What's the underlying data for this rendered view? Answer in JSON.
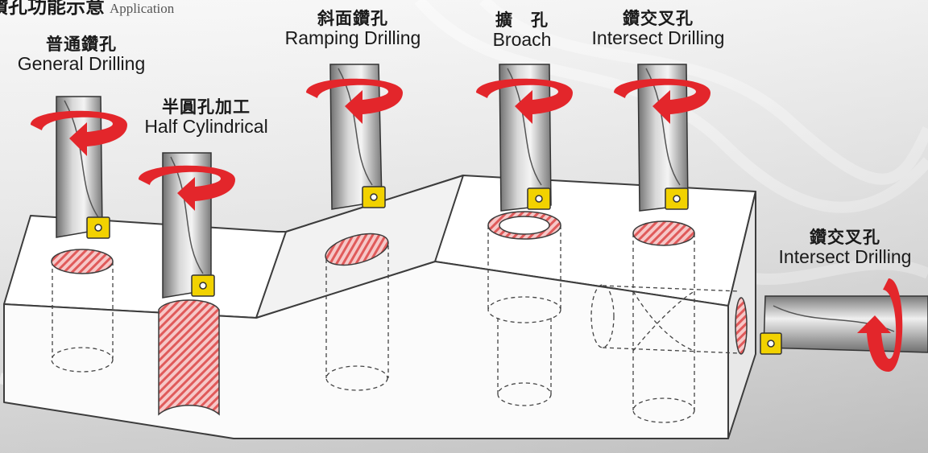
{
  "header": {
    "title_zh": "鑽孔功能示意",
    "title_en": "Application"
  },
  "operations": {
    "general": {
      "zh": "普通鑽孔",
      "en": "General Drilling"
    },
    "half": {
      "zh": "半圓孔加工",
      "en": "Half Cylindrical"
    },
    "ramping": {
      "zh": "斜面鑽孔",
      "en": "Ramping Drilling"
    },
    "broach": {
      "zh": "擴　孔",
      "en": "Broach"
    },
    "intersect_top": {
      "zh": "鑽交叉孔",
      "en": "Intersect Drilling"
    },
    "intersect_side": {
      "zh": "鑽交叉孔",
      "en": "Intersect Drilling"
    }
  },
  "colors": {
    "rotation_arrow": "#e3262b",
    "hatch": "#e57373",
    "insert": "#f2d200",
    "block_top": "#ffffff",
    "block_front": "#fafafa",
    "block_side": "#e9e9e9"
  },
  "icons": [
    "rotation-arrow-icon",
    "insert-icon"
  ]
}
